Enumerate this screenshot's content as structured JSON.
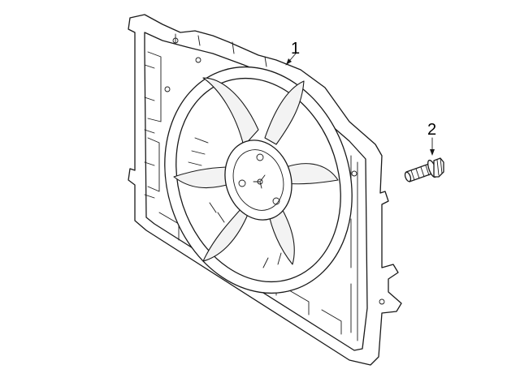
{
  "diagram": {
    "parts": [
      {
        "callout": "1",
        "part": "fan-shroud-assembly"
      },
      {
        "callout": "2",
        "part": "mounting-bolt"
      }
    ]
  }
}
